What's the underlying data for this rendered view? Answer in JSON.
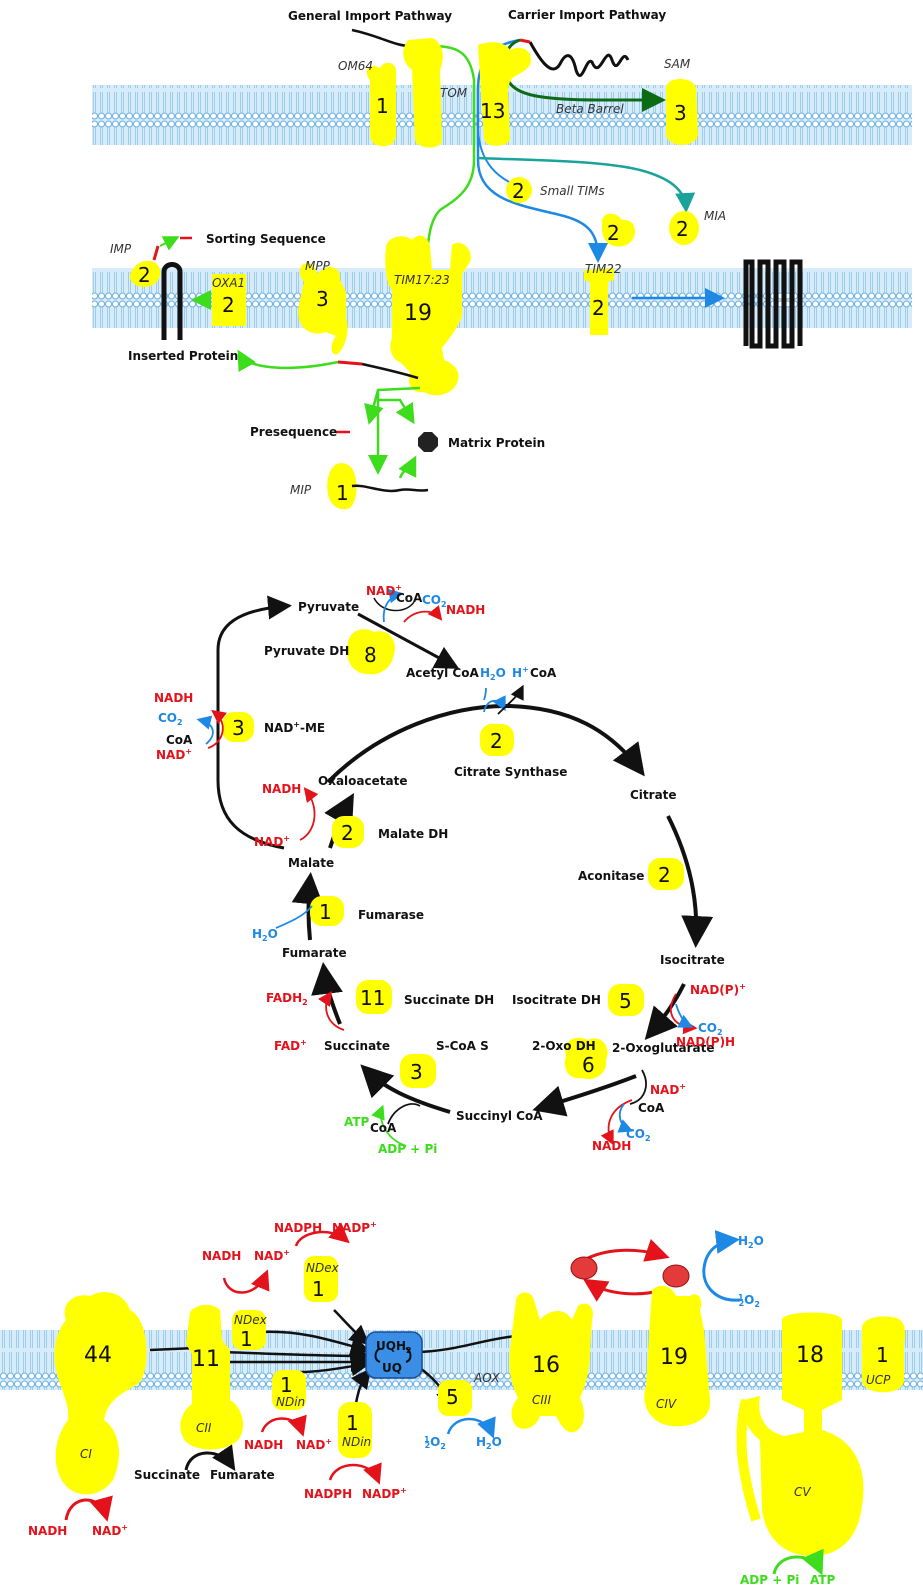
{
  "colors": {
    "enzyme": "#ffff00",
    "membrane": "#bfe1f5",
    "membrane_dot": "#6aaee0",
    "black": "#111111",
    "red": "#e4131b",
    "blue": "#1e88e5",
    "green": "#3ddc1c",
    "dark_green": "#0d6b16",
    "teal": "#1aa39a"
  },
  "import": {
    "general_pathway": "General Import Pathway",
    "carrier_pathway": "Carrier Import Pathway",
    "om64": "OM64",
    "om64_n": "1",
    "tom": "TOM",
    "tom_n": "13",
    "sam": "SAM",
    "sam_n": "3",
    "beta_barrel": "Beta Barrel",
    "small_tims": "Small TIMs",
    "small_tims_n": "2",
    "mia": "MIA",
    "mia_n": "2",
    "tim22_top_n": "2",
    "tim22": "TIM22",
    "tim22_n": "2",
    "imp": "IMP",
    "imp_n": "2",
    "sorting_sequence": "Sorting Sequence",
    "oxa1": "OXA1",
    "oxa1_n": "2",
    "mpp": "MPP",
    "mpp_n": "3",
    "tim1723": "TIM17:23",
    "tim1723_n": "19",
    "inserted_protein": "Inserted Protein",
    "presequence": "Presequence",
    "matrix_protein": "Matrix Protein",
    "mip": "MIP",
    "mip_n": "1"
  },
  "tca": {
    "pyruvate": "Pyruvate",
    "pyruvate_dh": "Pyruvate DH",
    "pyruvate_dh_n": "8",
    "pdh_nad": "NAD",
    "pdh_coa": "CoA",
    "pdh_co2": "CO",
    "pdh_nadh": "NADH",
    "acetyl_coa": "Acetyl CoA",
    "cs_h2o": "H",
    "cs_h": "H",
    "cs_coa": "CoA",
    "nad_me": "NAD",
    "nad_me_rest": "-ME",
    "nad_me_n": "3",
    "me_nadh": "NADH",
    "me_co2": "CO",
    "me_coa": "CoA",
    "me_nad": "NAD",
    "citrate_synthase": "Citrate Synthase",
    "cs_n": "2",
    "oxaloacetate": "Oxaloacetate",
    "mdh_nadh": "NADH",
    "mdh_nad": "NAD",
    "malate_dh": "Malate DH",
    "mdh_n": "2",
    "malate": "Malate",
    "citrate": "Citrate",
    "aconitase": "Aconitase",
    "aco_n": "2",
    "fumarase": "Fumarase",
    "fum_n": "1",
    "fum_h2o": "H",
    "fumarate": "Fumarate",
    "isocitrate": "Isocitrate",
    "isocitrate_dh": "Isocitrate DH",
    "idh_n": "5",
    "idh_nadp": "NAD(P)",
    "idh_co2": "CO",
    "idh_nadph": "NAD(P)H",
    "sdh_fadh": "FADH",
    "succinate_dh": "Succinate DH",
    "sdh_n": "11",
    "sdh_fad": "FAD",
    "succinate": "Succinate",
    "scoas": "S-CoA S",
    "scoas_n": "3",
    "oxo_dh": "2-Oxo DH",
    "oxo_dh_n": "6",
    "oxoglutarate": "2-Oxoglutarate",
    "succinyl_coa": "Succinyl CoA",
    "ogdh_nad": "NAD",
    "ogdh_coa": "CoA",
    "ogdh_co2": "CO",
    "ogdh_nadh": "NADH",
    "scs_atp": "ATP",
    "scs_coa": "CoA",
    "scs_adp": "ADP + Pi"
  },
  "etc": {
    "ci": "CI",
    "ci_n": "44",
    "ci_nadh": "NADH",
    "ci_nad": "NAD",
    "cii": "CII",
    "cii_n": "11",
    "succinate": "Succinate",
    "fumarate": "Fumarate",
    "ndex1": "NDex",
    "ndex1_n": "1",
    "ndex1_nadh": "NADH",
    "ndex1_nad": "NAD",
    "ndex2": "NDex",
    "ndex2_n": "1",
    "ndex2_nadph": "NADPH",
    "ndex2_nadp": "NADP",
    "ndin1": "NDin",
    "ndin1_n": "1",
    "ndin1_nadh": "NADH",
    "ndin1_nad": "NAD",
    "ndin2": "NDin",
    "ndin2_n": "1",
    "ndin2_nadph": "NADPH",
    "ndin2_nadp": "NADP",
    "uqh2": "UQH",
    "uq": "UQ",
    "aox": "AOX",
    "aox_n": "5",
    "aox_o2": "O",
    "aox_h2o": "H",
    "ciii": "CIII",
    "ciii_n": "16",
    "civ": "CIV",
    "civ_n": "19",
    "civ_h2o": "H",
    "civ_o2": "O",
    "cv": "CV",
    "cv_n": "18",
    "cv_adp": "ADP + Pi",
    "cv_atp": "ATP",
    "ucp": "UCP",
    "ucp_n": "1"
  }
}
